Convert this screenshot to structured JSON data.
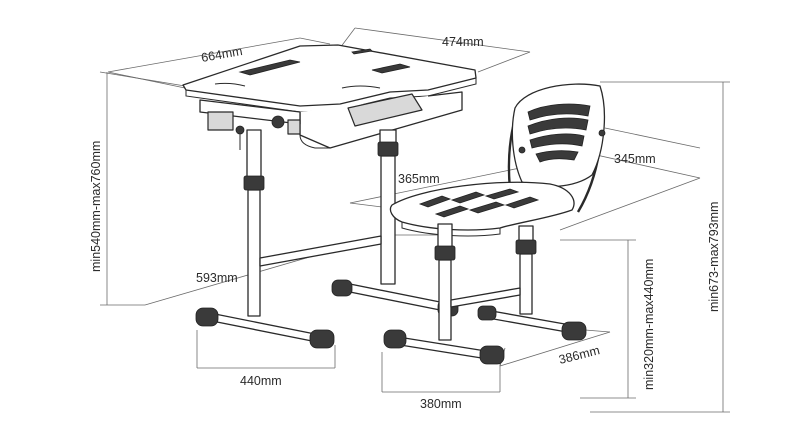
{
  "dimensions": {
    "desk_depth": "474mm",
    "desk_width": "664mm",
    "desk_height": "min540mm-max760mm",
    "desk_base_depth": "593mm",
    "desk_base_width": "440mm",
    "seat_width": "365mm",
    "backrest_width": "345mm",
    "chair_total_height": "min673-max793mm",
    "seat_height": "min320mm-max440mm",
    "chair_base_depth": "386mm",
    "chair_base_width": "380mm"
  },
  "colors": {
    "line": "#2a2a2a",
    "dimension_line": "#6a6a6a",
    "dark_part": "#3a3a3a",
    "frame_fill": "#d9d9d9"
  }
}
